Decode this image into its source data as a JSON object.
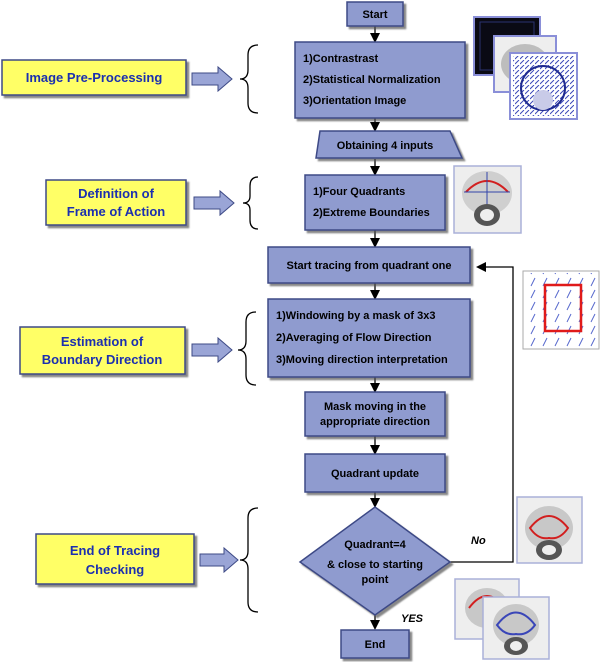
{
  "flow": {
    "start": "Start",
    "preprocess": [
      "1)Contrastrast",
      "2)Statistical Normalization",
      "3)Orientation Image"
    ],
    "obtaining": "Obtaining 4 inputs",
    "frame": [
      "1)Four Quadrants",
      "2)Extreme Boundaries"
    ],
    "start_tracing": "Start tracing from quadrant one",
    "windowing": [
      "1)Windowing by a mask of 3x3",
      "2)Averaging of Flow Direction",
      "3)Moving direction interpretation"
    ],
    "mask_moving": [
      "Mask moving in the",
      "appropriate direction"
    ],
    "quadrant_update": "Quadrant update",
    "decision": [
      "Quadrant=4",
      "& close to starting",
      "point"
    ],
    "no_label": "No",
    "yes_label": "YES",
    "end": "End"
  },
  "stages": {
    "preprocessing": [
      "Image Pre-Processing"
    ],
    "frame_of_action": [
      "Definition of",
      "Frame of Action"
    ],
    "boundary_direction": [
      "Estimation of",
      "Boundary Direction"
    ],
    "end_checking": [
      "End of Tracing",
      "Checking"
    ]
  },
  "colors": {
    "box_fill": "#8f9bcf",
    "box_stroke": "#3d4a86",
    "label_fill": "#ffff66",
    "label_text": "#1b2fb0",
    "block_arrow": "#9aa5d6"
  }
}
